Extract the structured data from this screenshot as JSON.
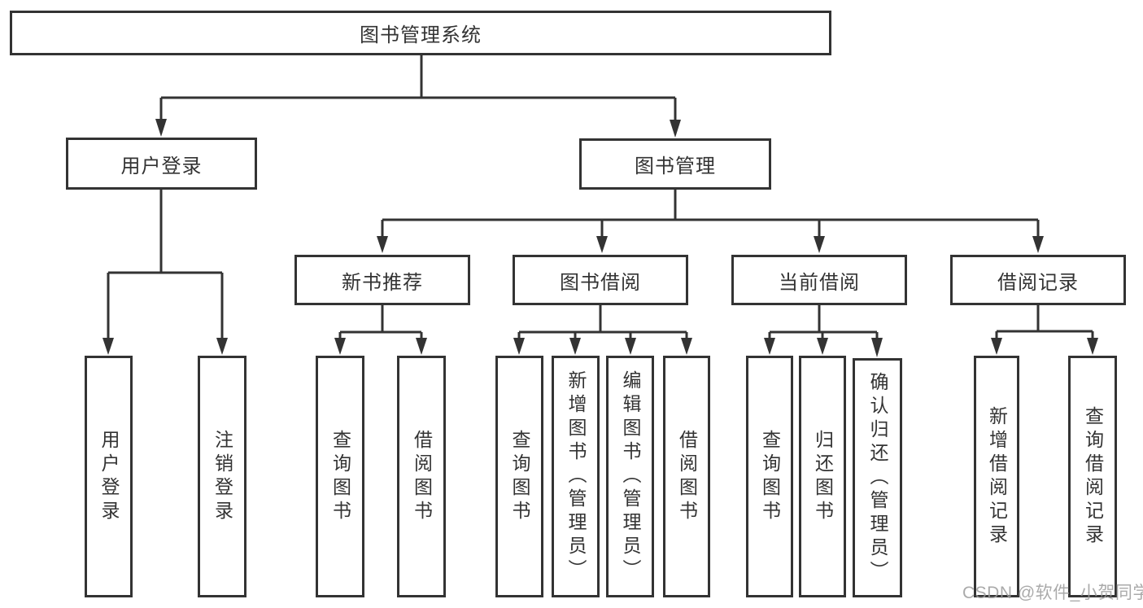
{
  "diagram": {
    "type": "hierarchy-tree",
    "root": {
      "label": "图书管理系统",
      "children": [
        {
          "label": "用户登录",
          "children": [
            {
              "label": "用户登录"
            },
            {
              "label": "注销登录"
            }
          ]
        },
        {
          "label": "图书管理",
          "children": [
            {
              "label": "新书推荐",
              "children": [
                {
                  "label": "查询图书"
                },
                {
                  "label": "借阅图书"
                }
              ]
            },
            {
              "label": "图书借阅",
              "children": [
                {
                  "label": "查询图书"
                },
                {
                  "label": "新增图书（管理员）"
                },
                {
                  "label": "编辑图书（管理员）"
                },
                {
                  "label": "借阅图书"
                }
              ]
            },
            {
              "label": "当前借阅",
              "children": [
                {
                  "label": "查询图书"
                },
                {
                  "label": "归还图书"
                },
                {
                  "label": "确认归还（管理员）"
                }
              ]
            },
            {
              "label": "借阅记录",
              "children": [
                {
                  "label": "新增借阅记录"
                },
                {
                  "label": "查询借阅记录"
                }
              ]
            }
          ]
        }
      ]
    }
  },
  "watermark": {
    "text": "CSDN @软件_小贺同学"
  },
  "colors": {
    "line": "#333333",
    "text": "#333333",
    "background": "#ffffff",
    "watermark": "#9c9c9c"
  }
}
